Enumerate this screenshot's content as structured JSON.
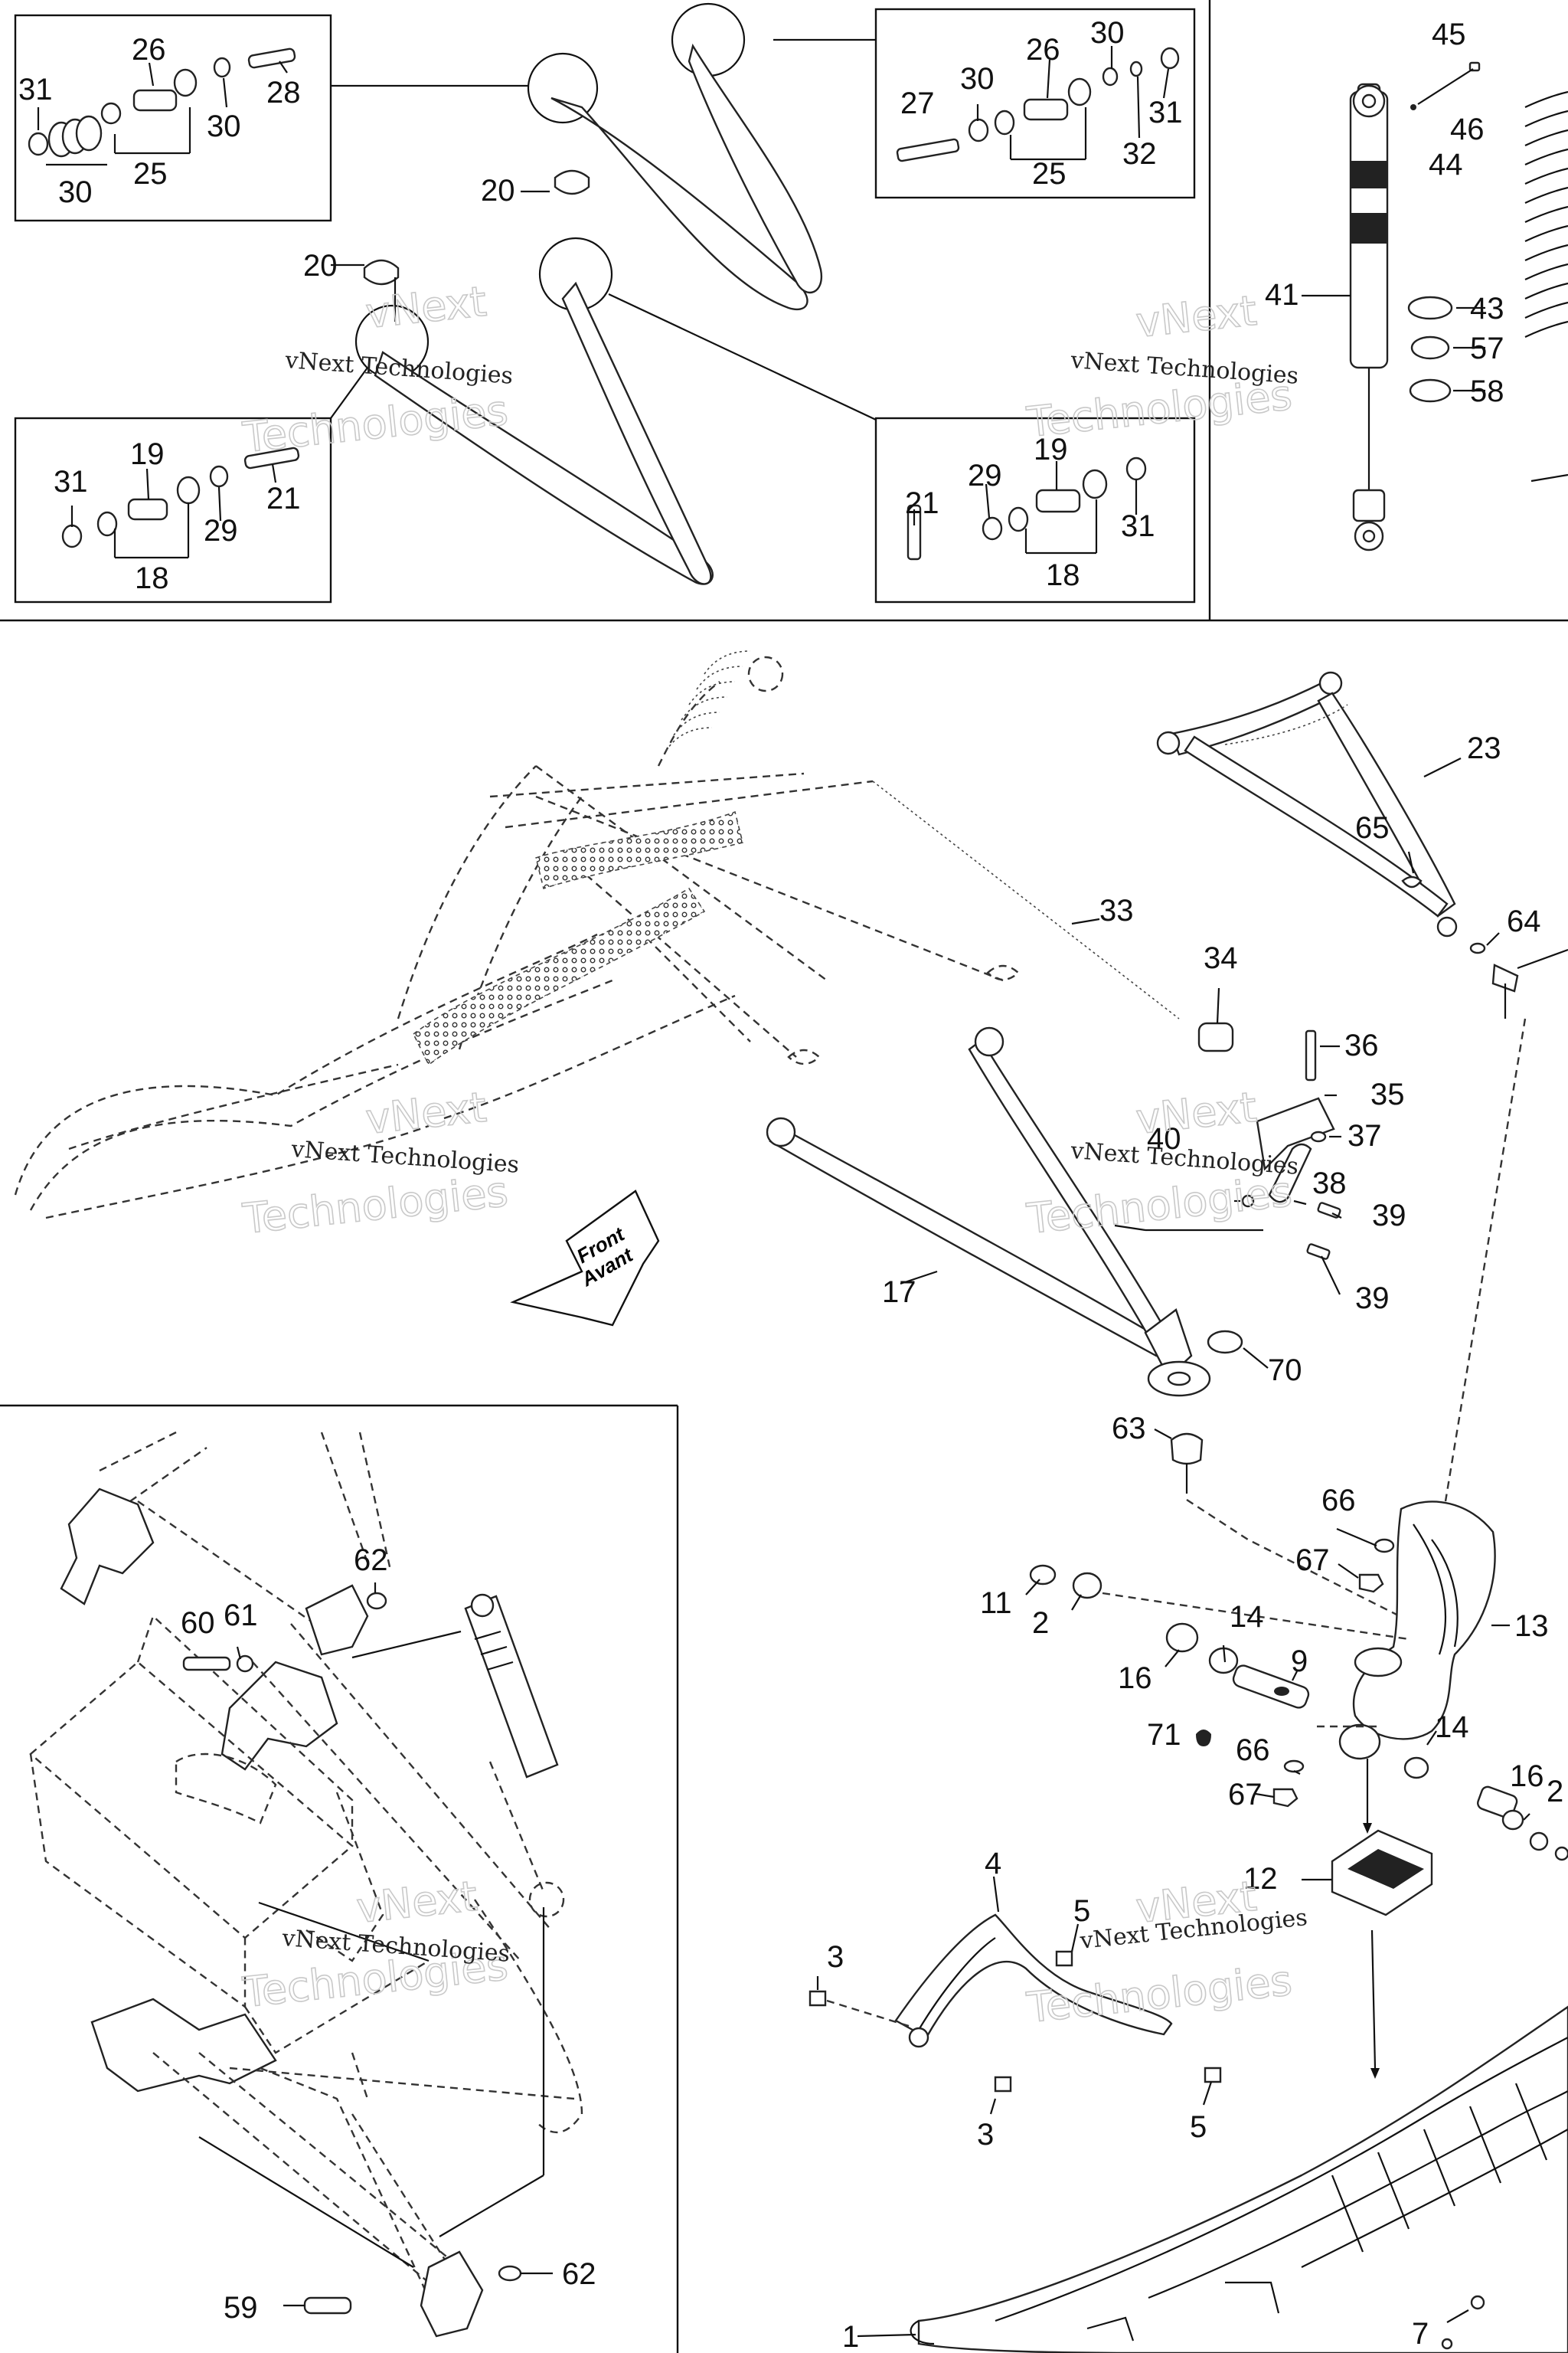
{
  "watermarks": {
    "brand": "vNext Technologies",
    "brand_top": "vNext",
    "brand_bottom": "Technologies"
  },
  "front_arrow": {
    "line1": "Front",
    "line2": "Avant"
  },
  "callouts": {
    "c26a": "26",
    "c31a": "31",
    "c28": "28",
    "c30a": "30",
    "c30b": "30",
    "c25a": "25",
    "c30c": "30",
    "c30d": "30",
    "c26b": "26",
    "c27": "27",
    "c31b": "31",
    "c32": "32",
    "c25b": "25",
    "c45": "45",
    "c46": "46",
    "c44": "44",
    "c41": "41",
    "c43": "43",
    "c57": "57",
    "c58": "58",
    "c20a": "20",
    "c20b": "20",
    "c19a": "19",
    "c31c": "31",
    "c21a": "21",
    "c29a": "29",
    "c18a": "18",
    "c19b": "19",
    "c29b": "29",
    "c21b": "21",
    "c31d": "31",
    "c18b": "18",
    "c23": "23",
    "c65": "65",
    "c64": "64",
    "c33": "33",
    "c34": "34",
    "c36": "36",
    "c35": "35",
    "c37": "37",
    "c40": "40",
    "c38": "38",
    "c39a": "39",
    "c39b": "39",
    "c17": "17",
    "c70": "70",
    "c63": "63",
    "c66a": "66",
    "c67a": "67",
    "c13": "13",
    "c11": "11",
    "c2a": "2",
    "c14a": "14",
    "c16a": "16",
    "c9": "9",
    "c71": "71",
    "c66b": "66",
    "c67b": "67",
    "c14b": "14",
    "c16b": "16",
    "c2b": "2",
    "c12": "12",
    "c4": "4",
    "c5a": "5",
    "c3a": "3",
    "c3b": "3",
    "c5b": "5",
    "c62a": "62",
    "c60": "60",
    "c61": "61",
    "c59": "59",
    "c62b": "62",
    "c1": "1",
    "c7": "7"
  }
}
